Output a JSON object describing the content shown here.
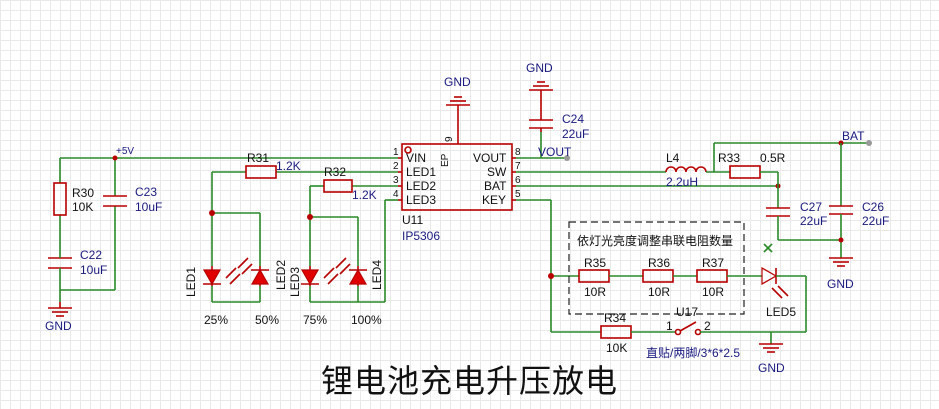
{
  "title": "锂电池充电升压放电",
  "nets": {
    "v5": "+5V",
    "vout": "VOUT",
    "bat": "BAT",
    "gnd": "GND"
  },
  "ic": {
    "ref": "U11",
    "value": "IP5306",
    "ep": "EP",
    "pin9": "9",
    "left_pins": [
      {
        "num": "1",
        "name": "VIN"
      },
      {
        "num": "2",
        "name": "LED1"
      },
      {
        "num": "3",
        "name": "LED2"
      },
      {
        "num": "4",
        "name": "LED3"
      }
    ],
    "right_pins": [
      {
        "num": "8",
        "name": "VOUT"
      },
      {
        "num": "7",
        "name": "SW"
      },
      {
        "num": "6",
        "name": "BAT"
      },
      {
        "num": "5",
        "name": "KEY"
      }
    ]
  },
  "resistors": {
    "r30": {
      "ref": "R30",
      "value": "10K"
    },
    "r31": {
      "ref": "R31",
      "value": "1.2K"
    },
    "r32": {
      "ref": "R32",
      "value": "1.2K"
    },
    "r33": {
      "ref": "R33",
      "value": "0.5R"
    },
    "r34": {
      "ref": "R34",
      "value": "10K"
    },
    "r35": {
      "ref": "R35",
      "value": "10R"
    },
    "r36": {
      "ref": "R36",
      "value": "10R"
    },
    "r37": {
      "ref": "R37",
      "value": "10R"
    }
  },
  "capacitors": {
    "c22": {
      "ref": "C22",
      "value": "10uF"
    },
    "c23": {
      "ref": "C23",
      "value": "10uF"
    },
    "c24": {
      "ref": "C24",
      "value": "22uF"
    },
    "c26": {
      "ref": "C26",
      "value": "22uF"
    },
    "c27": {
      "ref": "C27",
      "value": "22uF"
    }
  },
  "inductor": {
    "ref": "L4",
    "value": "2.2uH"
  },
  "switch": {
    "ref": "U17",
    "pin1": "1",
    "pin2": "2",
    "desc": "直贴/两脚/3*6*2.5"
  },
  "leds": [
    {
      "ref": "LED1",
      "percent": "25%"
    },
    {
      "ref": "LED2",
      "percent": "50%"
    },
    {
      "ref": "LED3",
      "percent": "75%"
    },
    {
      "ref": "LED4",
      "percent": "100%"
    }
  ],
  "led5": {
    "ref": "LED5"
  },
  "note": "依灯光亮度调整串联电阻数量"
}
